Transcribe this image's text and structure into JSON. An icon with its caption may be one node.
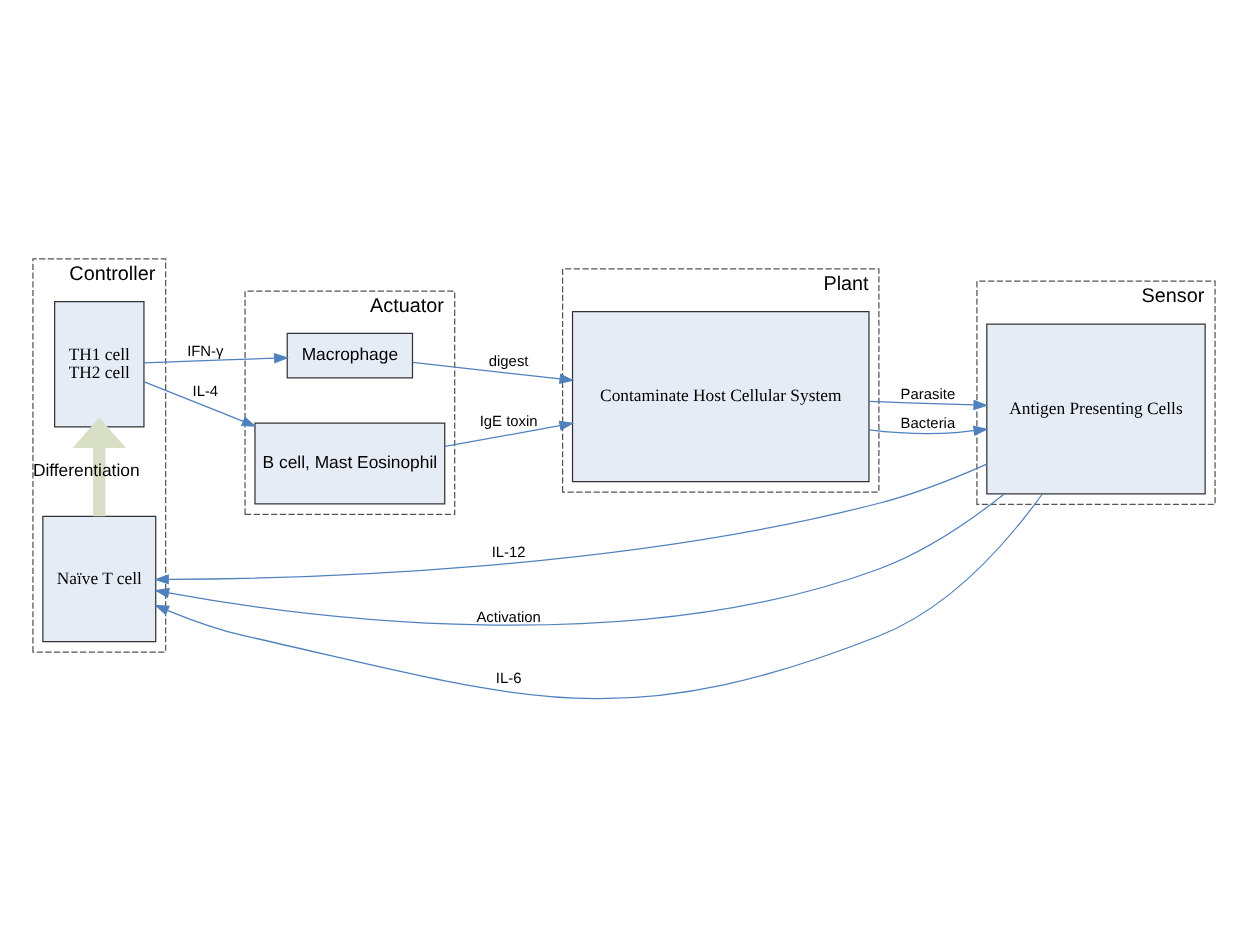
{
  "diagram": {
    "nodes": [
      {
        "text": [
          "Controller"
        ]
      },
      {
        "text": [
          "TH1 cell",
          "TH2 cell"
        ],
        "in": 0
      },
      {
        "text": [
          "Naïve T cell"
        ],
        "in": 0
      },
      {
        "text": [
          "Actuator"
        ]
      },
      {
        "text": [
          "Macrophage"
        ],
        "in": 3
      },
      {
        "text": [
          "B cell, Mast Eosinophil"
        ],
        "in": 3
      },
      {
        "text": [
          "Plant"
        ]
      },
      {
        "text": [
          "Contaminate Host Cellular System"
        ],
        "in": 6
      },
      {
        "text": [
          "Sensor"
        ]
      },
      {
        "text": [
          "Antigen Presenting Cells"
        ],
        "in": 8
      }
    ],
    "edges": [
      {
        "from": 1,
        "to": 4,
        "arrow": "to",
        "label": "IFN-γ"
      },
      {
        "from": 1,
        "to": 5,
        "arrow": "to",
        "label": "IL-4"
      },
      {
        "from": 4,
        "to": 7,
        "arrow": "to",
        "label": "digest"
      },
      {
        "from": 5,
        "to": 7,
        "arrow": "to",
        "label": "IgE toxin"
      },
      {
        "from": 7,
        "to": 9,
        "arrow": "to",
        "label": "Parasite"
      },
      {
        "from": 7,
        "to": 9,
        "arrow": "to",
        "label": "Bacteria"
      },
      {
        "from": 9,
        "to": 2,
        "arrow": "to",
        "label": "IL-12"
      },
      {
        "from": 9,
        "to": 2,
        "arrow": "to",
        "label": "Activation"
      },
      {
        "from": 9,
        "to": 2,
        "arrow": "to",
        "label": "IL-6"
      },
      {
        "from": 2,
        "to": 1,
        "arrow": "to",
        "label": "Differentiation",
        "style": "thick",
        "color": "#d9dfc6"
      }
    ]
  }
}
